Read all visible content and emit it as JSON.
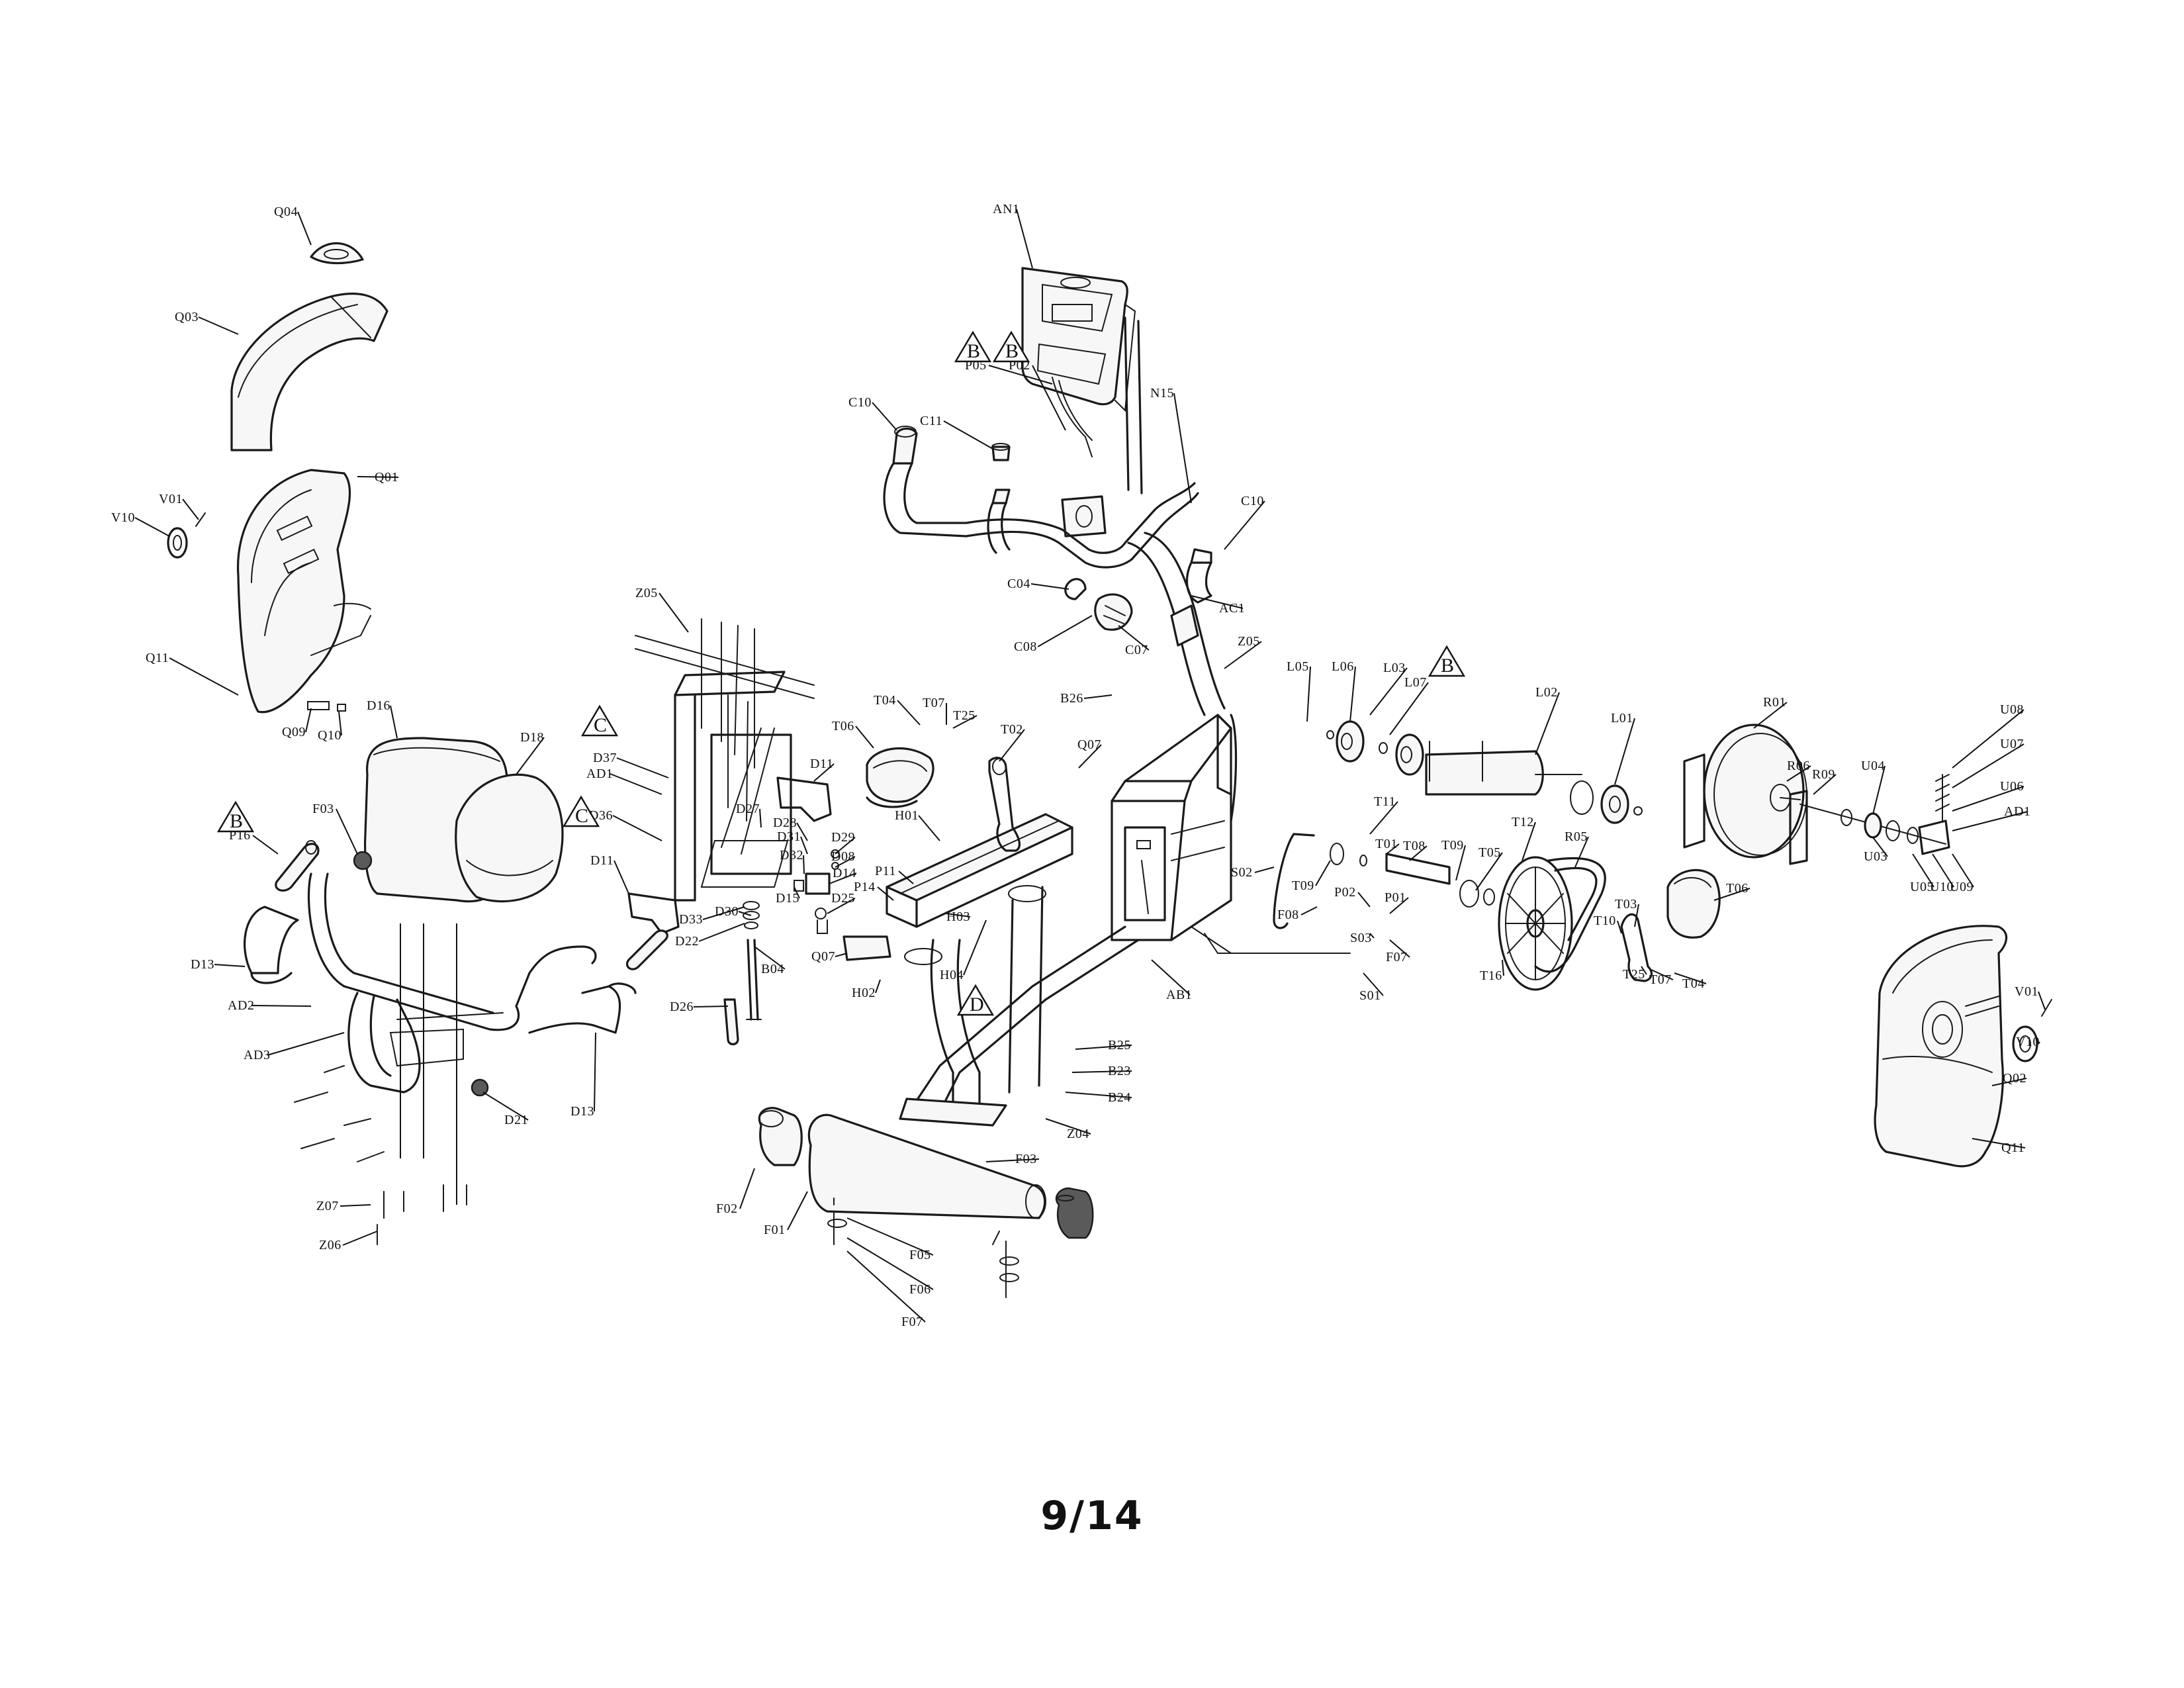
{
  "page": {
    "number": "9/14"
  },
  "reference_markers": [
    "B",
    "B",
    "C",
    "C",
    "B",
    "B",
    "D"
  ],
  "part_labels": [
    "Q04",
    "Q03",
    "Q01",
    "V01",
    "V10",
    "Q11",
    "Q09",
    "Q10",
    "D16",
    "D18",
    "F03",
    "P16",
    "D13",
    "AD2",
    "AD3",
    "D21",
    "Z07",
    "Z06",
    "D13",
    "Z05",
    "D37",
    "AD1",
    "D36",
    "D11",
    "D28",
    "D27",
    "D31",
    "D32",
    "D15",
    "D29",
    "D08",
    "D14",
    "D25",
    "D30",
    "D33",
    "D22",
    "D26",
    "B04",
    "D11",
    "AN1",
    "P05",
    "P02",
    "N15",
    "C10",
    "C11",
    "C10",
    "AC1",
    "C04",
    "C08",
    "C07",
    "Z05",
    "B26",
    "T04",
    "T07",
    "T25",
    "T06",
    "T02",
    "Q07",
    "H01",
    "P11",
    "P14",
    "H03",
    "Q07",
    "H02",
    "H04",
    "AB1",
    "B25",
    "B23",
    "B24",
    "Z04",
    "F03",
    "F02",
    "F01",
    "F05",
    "F06",
    "F07",
    "L05",
    "L06",
    "L03",
    "L07",
    "L02",
    "L01",
    "T11",
    "S02",
    "T09",
    "T01",
    "T08",
    "T09",
    "T05",
    "T12",
    "R05",
    "P02",
    "P01",
    "F08",
    "S03",
    "F07",
    "S01",
    "T16",
    "T10",
    "T03",
    "T25",
    "T07",
    "T04",
    "T06",
    "R01",
    "R06",
    "R09",
    "U04",
    "U08",
    "U07",
    "U06",
    "AD1",
    "U03",
    "U05",
    "U10",
    "U09",
    "V01",
    "V10",
    "Q02",
    "Q11"
  ]
}
